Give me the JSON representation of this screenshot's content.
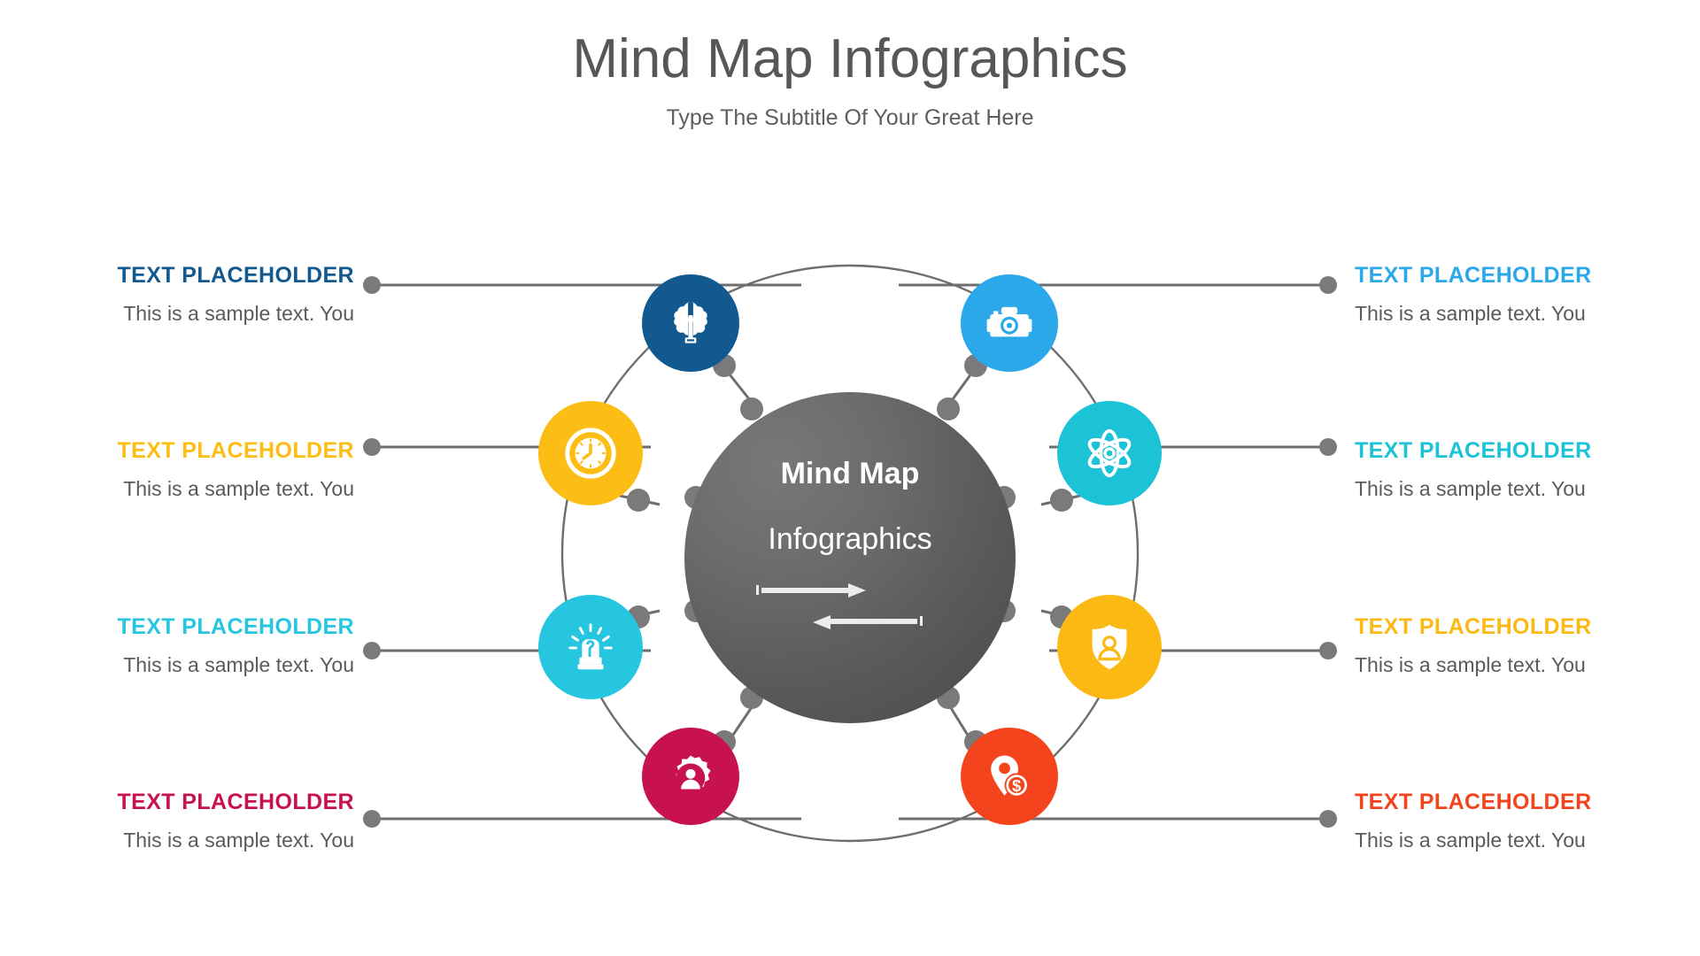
{
  "header": {
    "title": "Mind Map Infographics",
    "subtitle": "Type The Subtitle Of Your Great Here",
    "title_color": "#575757",
    "subtitle_color": "#5e5e5e"
  },
  "hub": {
    "line1": "Mind Map",
    "line2": "Infographics",
    "text_color": "#ffffff",
    "fill_from": "#7a7a7a",
    "fill_to": "#494949",
    "arrow_right_icon": "arrow-right-icon",
    "arrow_left_icon": "arrow-left-icon"
  },
  "connector": {
    "line_color": "#6e6e6e",
    "dot_color": "#7a7a7a"
  },
  "left_items": [
    {
      "title": "TEXT PLACEHOLDER",
      "desc": "This is a sample text. You",
      "color": "#11598f",
      "icon": "brain-idea-icon"
    },
    {
      "title": "TEXT PLACEHOLDER",
      "desc": "This is a sample text. You",
      "color": "#fcbd14",
      "icon": "clock-icon"
    },
    {
      "title": "TEXT PLACEHOLDER",
      "desc": "This is a sample text. You",
      "color": "#26c6e0",
      "icon": "idea-hand-icon"
    },
    {
      "title": "TEXT PLACEHOLDER",
      "desc": "This is a sample text. You",
      "color": "#c8114f",
      "icon": "gear-user-icon"
    }
  ],
  "right_items": [
    {
      "title": "TEXT PLACEHOLDER",
      "desc": "This is a sample text. You",
      "color": "#2aa8ea",
      "icon": "camera-icon"
    },
    {
      "title": "TEXT PLACEHOLDER",
      "desc": "This is a sample text. You",
      "color": "#1cc3d6",
      "icon": "atom-icon"
    },
    {
      "title": "TEXT PLACEHOLDER",
      "desc": "This is a sample text. You",
      "color": "#fcb913",
      "icon": "shield-user-icon"
    },
    {
      "title": "TEXT PLACEHOLDER",
      "desc": "This is a sample text. You",
      "color": "#f4441e",
      "icon": "location-money-icon"
    }
  ]
}
